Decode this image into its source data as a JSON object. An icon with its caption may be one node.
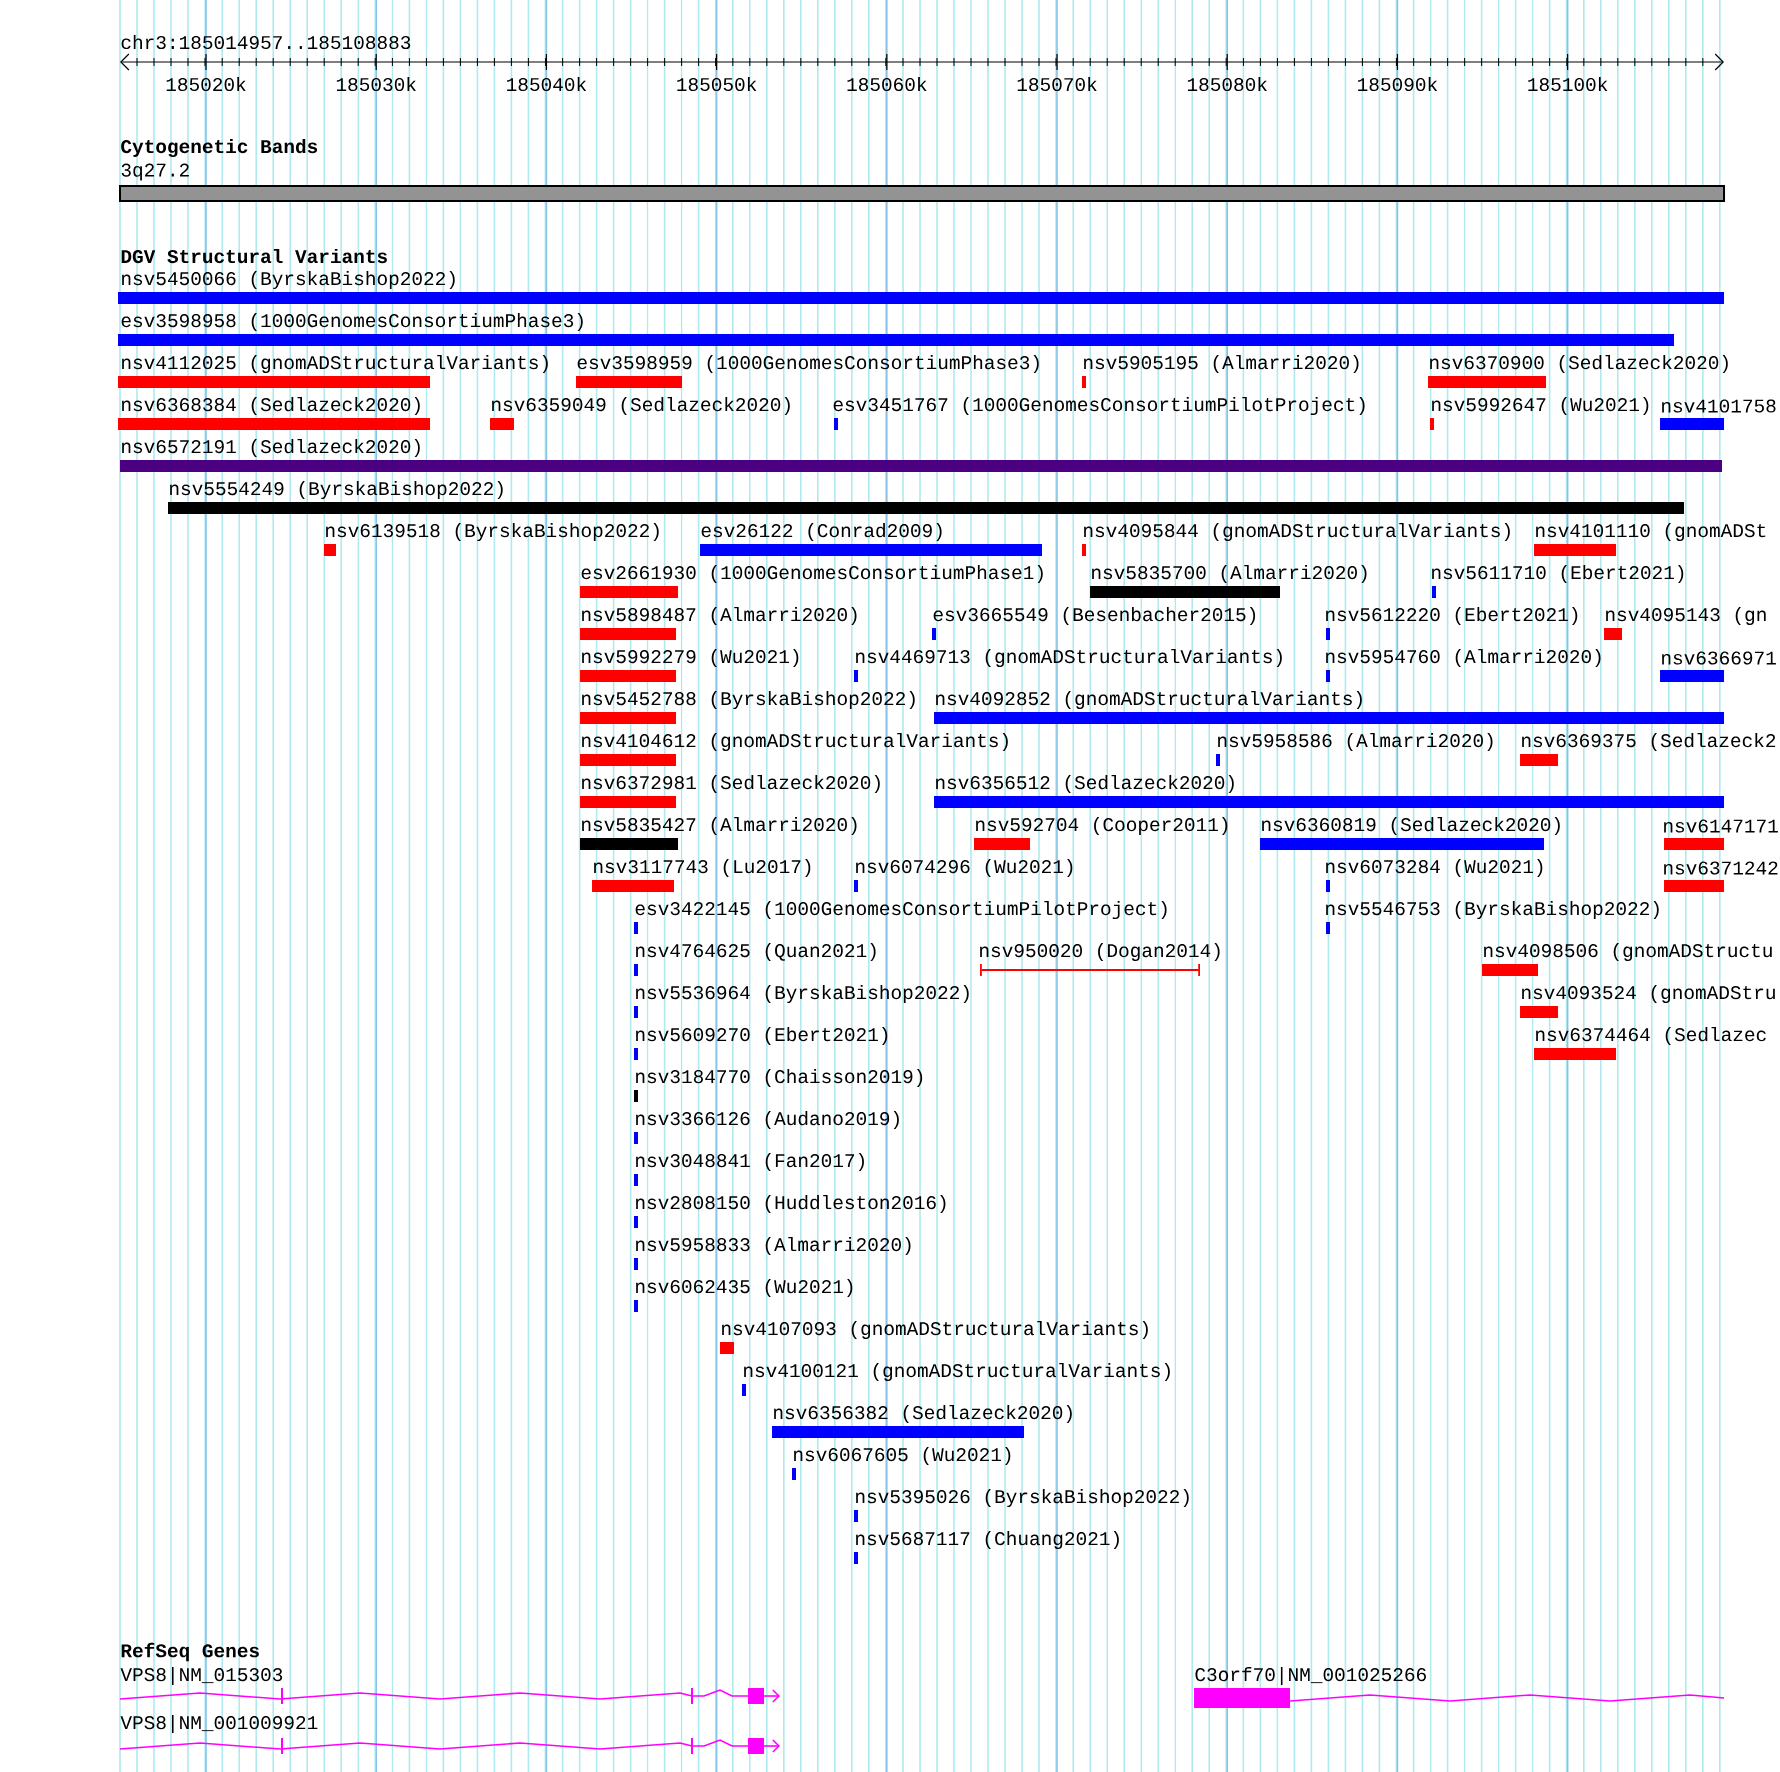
{
  "diagram": {
    "labels": [
      "chr3:185014957..185108883",
      "185020k",
      "185030k",
      "185040k",
      "185050k",
      "185060k",
      "185070k",
      "185080k",
      "185090k",
      "185100k",
      "Cytogenetic Bands",
      "3q27.2",
      "DGV Structural Variants",
      "nsv5450066 (ByrskaBishop2022)",
      "esv3598958 (1000GenomesConsortiumPhase3)",
      "nsv4112025 (gnomADStructuralVariants)",
      "esv3598959 (1000GenomesConsortiumPhase3)",
      "nsv5905195 (Almarri2020)",
      "nsv6370900 (Sedlazeck2020)",
      "nsv6368384 (Sedlazeck2020)",
      "nsv6359049 (Sedlazeck2020)",
      "esv3451767 (1000GenomesConsortiumPilotProject)",
      "nsv5992647 (Wu2021)",
      "nsv4101758",
      "nsv6572191 (Sedlazeck2020)",
      "nsv5554249 (ByrskaBishop2022)",
      "nsv6139518 (ByrskaBishop2022)",
      "esv26122 (Conrad2009)",
      "nsv4095844 (gnomADStructuralVariants)",
      "nsv4101110 (gnomADSt",
      "esv2661930 (1000GenomesConsortiumPhase1)",
      "nsv5835700 (Almarri2020)",
      "nsv5611710 (Ebert2021)",
      "nsv5898487 (Almarri2020)",
      "esv3665549 (Besenbacher2015)",
      "nsv5612220 (Ebert2021)",
      "nsv4095143 (gn",
      "nsv5992279 (Wu2021)",
      "nsv4469713 (gnomADStructuralVariants)",
      "nsv5954760 (Almarri2020)",
      "nsv6366971",
      "nsv5452788 (ByrskaBishop2022)",
      "nsv4092852 (gnomADStructuralVariants)",
      "nsv4104612 (gnomADStructuralVariants)",
      "nsv5958586 (Almarri2020)",
      "nsv6369375 (Sedlazeck2",
      "nsv6372981 (Sedlazeck2020)",
      "nsv6356512 (Sedlazeck2020)",
      "nsv5835427 (Almarri2020)",
      "nsv592704 (Cooper2011)",
      "nsv6360819 (Sedlazeck2020)",
      "nsv6147171",
      "nsv3117743 (Lu2017)",
      "nsv6074296 (Wu2021)",
      "nsv6073284 (Wu2021)",
      "nsv6371242",
      "esv3422145 (1000GenomesConsortiumPilotProject)",
      "nsv5546753 (ByrskaBishop2022)",
      "nsv4764625 (Quan2021)",
      "nsv950020 (Dogan2014)",
      "nsv4098506 (gnomADStructu",
      "nsv5536964 (ByrskaBishop2022)",
      "nsv4093524 (gnomADStru",
      "nsv5609270 (Ebert2021)",
      "nsv6374464 (Sedlazec",
      "nsv3184770 (Chaisson2019)",
      "nsv3366126 (Audano2019)",
      "nsv3048841 (Fan2017)",
      "nsv2808150 (Huddleston2016)",
      "nsv5958833 (Almarri2020)",
      "nsv6062435 (Wu2021)",
      "nsv4107093 (gnomADStructuralVariants)",
      "nsv4100121 (gnomADStructuralVariants)",
      "nsv6356382 (Sedlazeck2020)",
      "nsv6067605 (Wu2021)",
      "nsv5395026 (ByrskaBishop2022)",
      "nsv5687117 (Chuang2021)",
      "RefSeq Genes",
      "VPS8|NM_015303",
      "C3orf70|NM_001025266",
      "VPS8|NM_001009921"
    ]
  }
}
